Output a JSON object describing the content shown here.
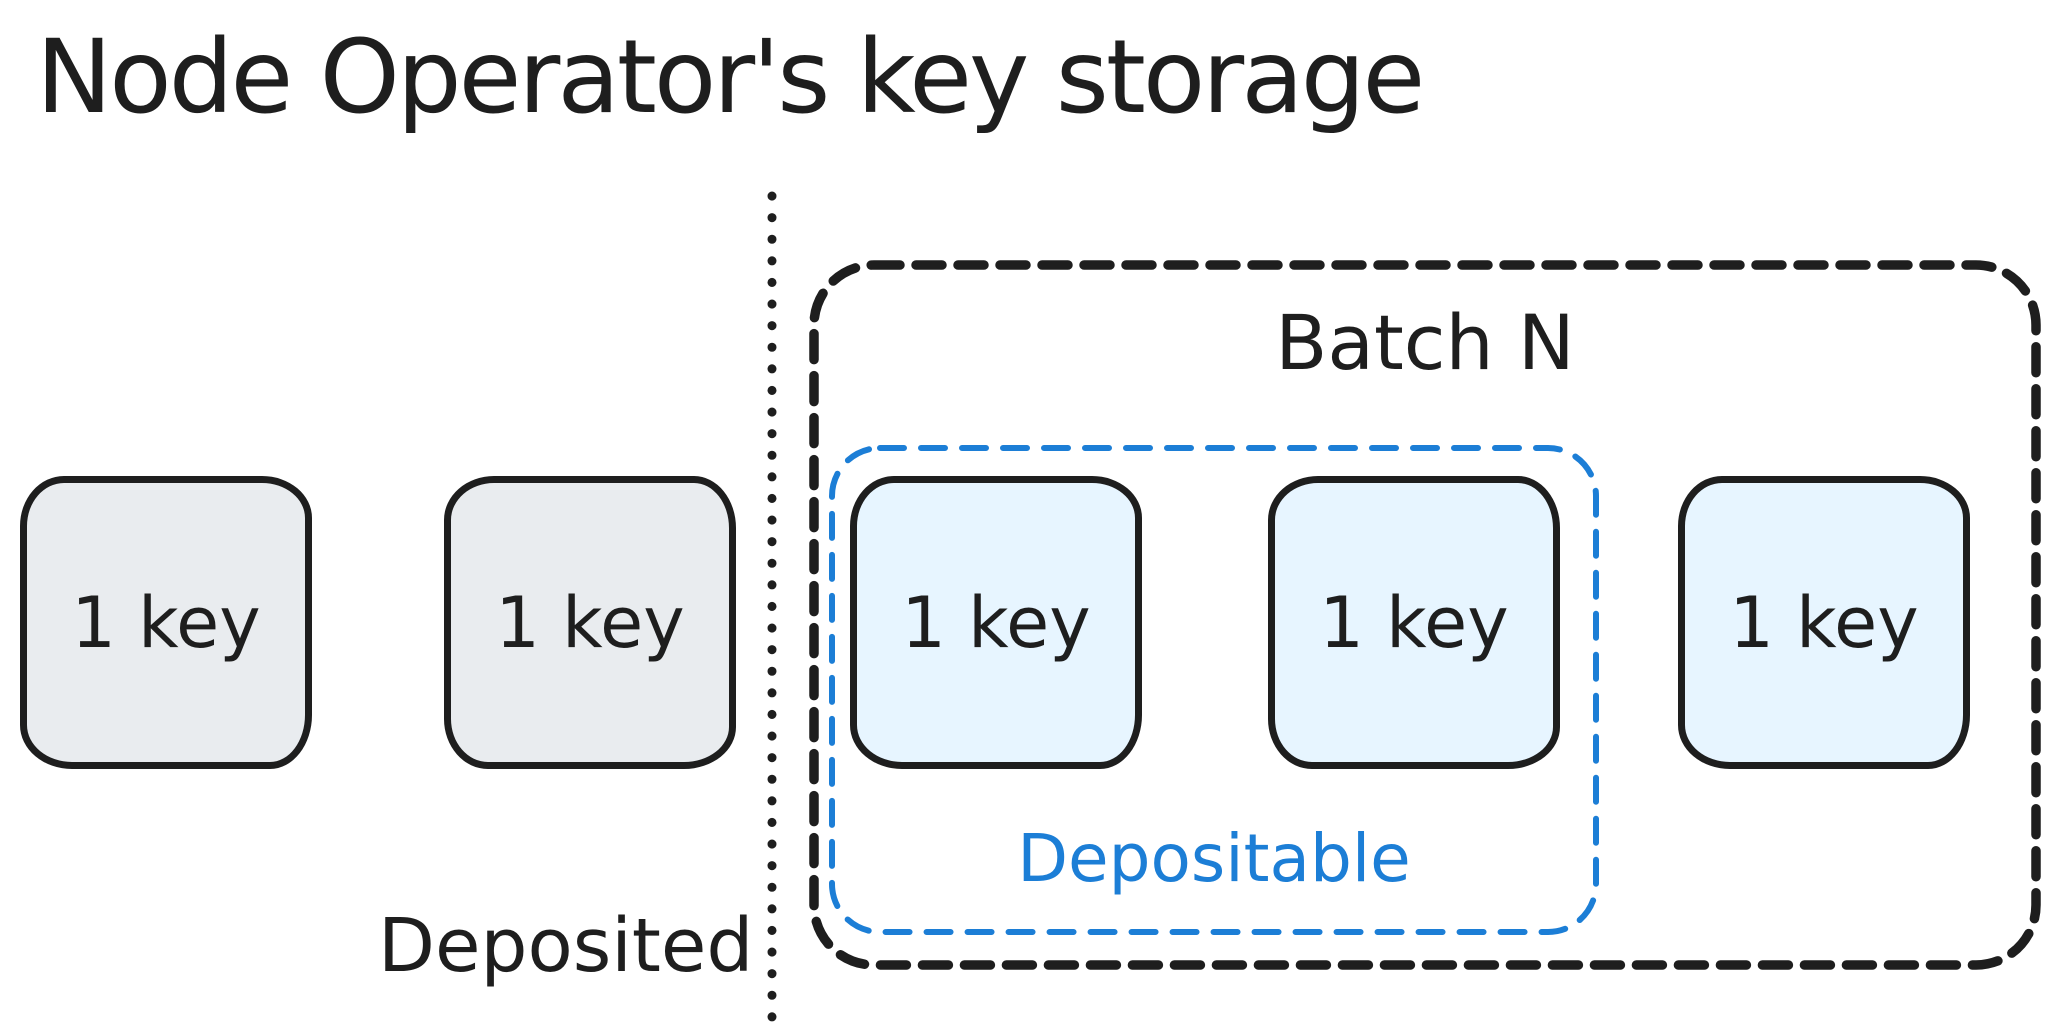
{
  "title": "Node Operator's key storage",
  "colors": {
    "ink": "#1e1e1e",
    "accent_blue": "#1c7ed6",
    "deposited_fill": "#e9ecef",
    "depositable_fill": "#e7f5ff",
    "background": "#ffffff"
  },
  "deposited": {
    "label": "Deposited",
    "keys": [
      "1 key",
      "1 key"
    ]
  },
  "batch": {
    "label": "Batch N",
    "depositable": {
      "label": "Depositable",
      "keys": [
        "1 key",
        "1 key"
      ]
    },
    "pending_keys": [
      "1 key"
    ]
  }
}
